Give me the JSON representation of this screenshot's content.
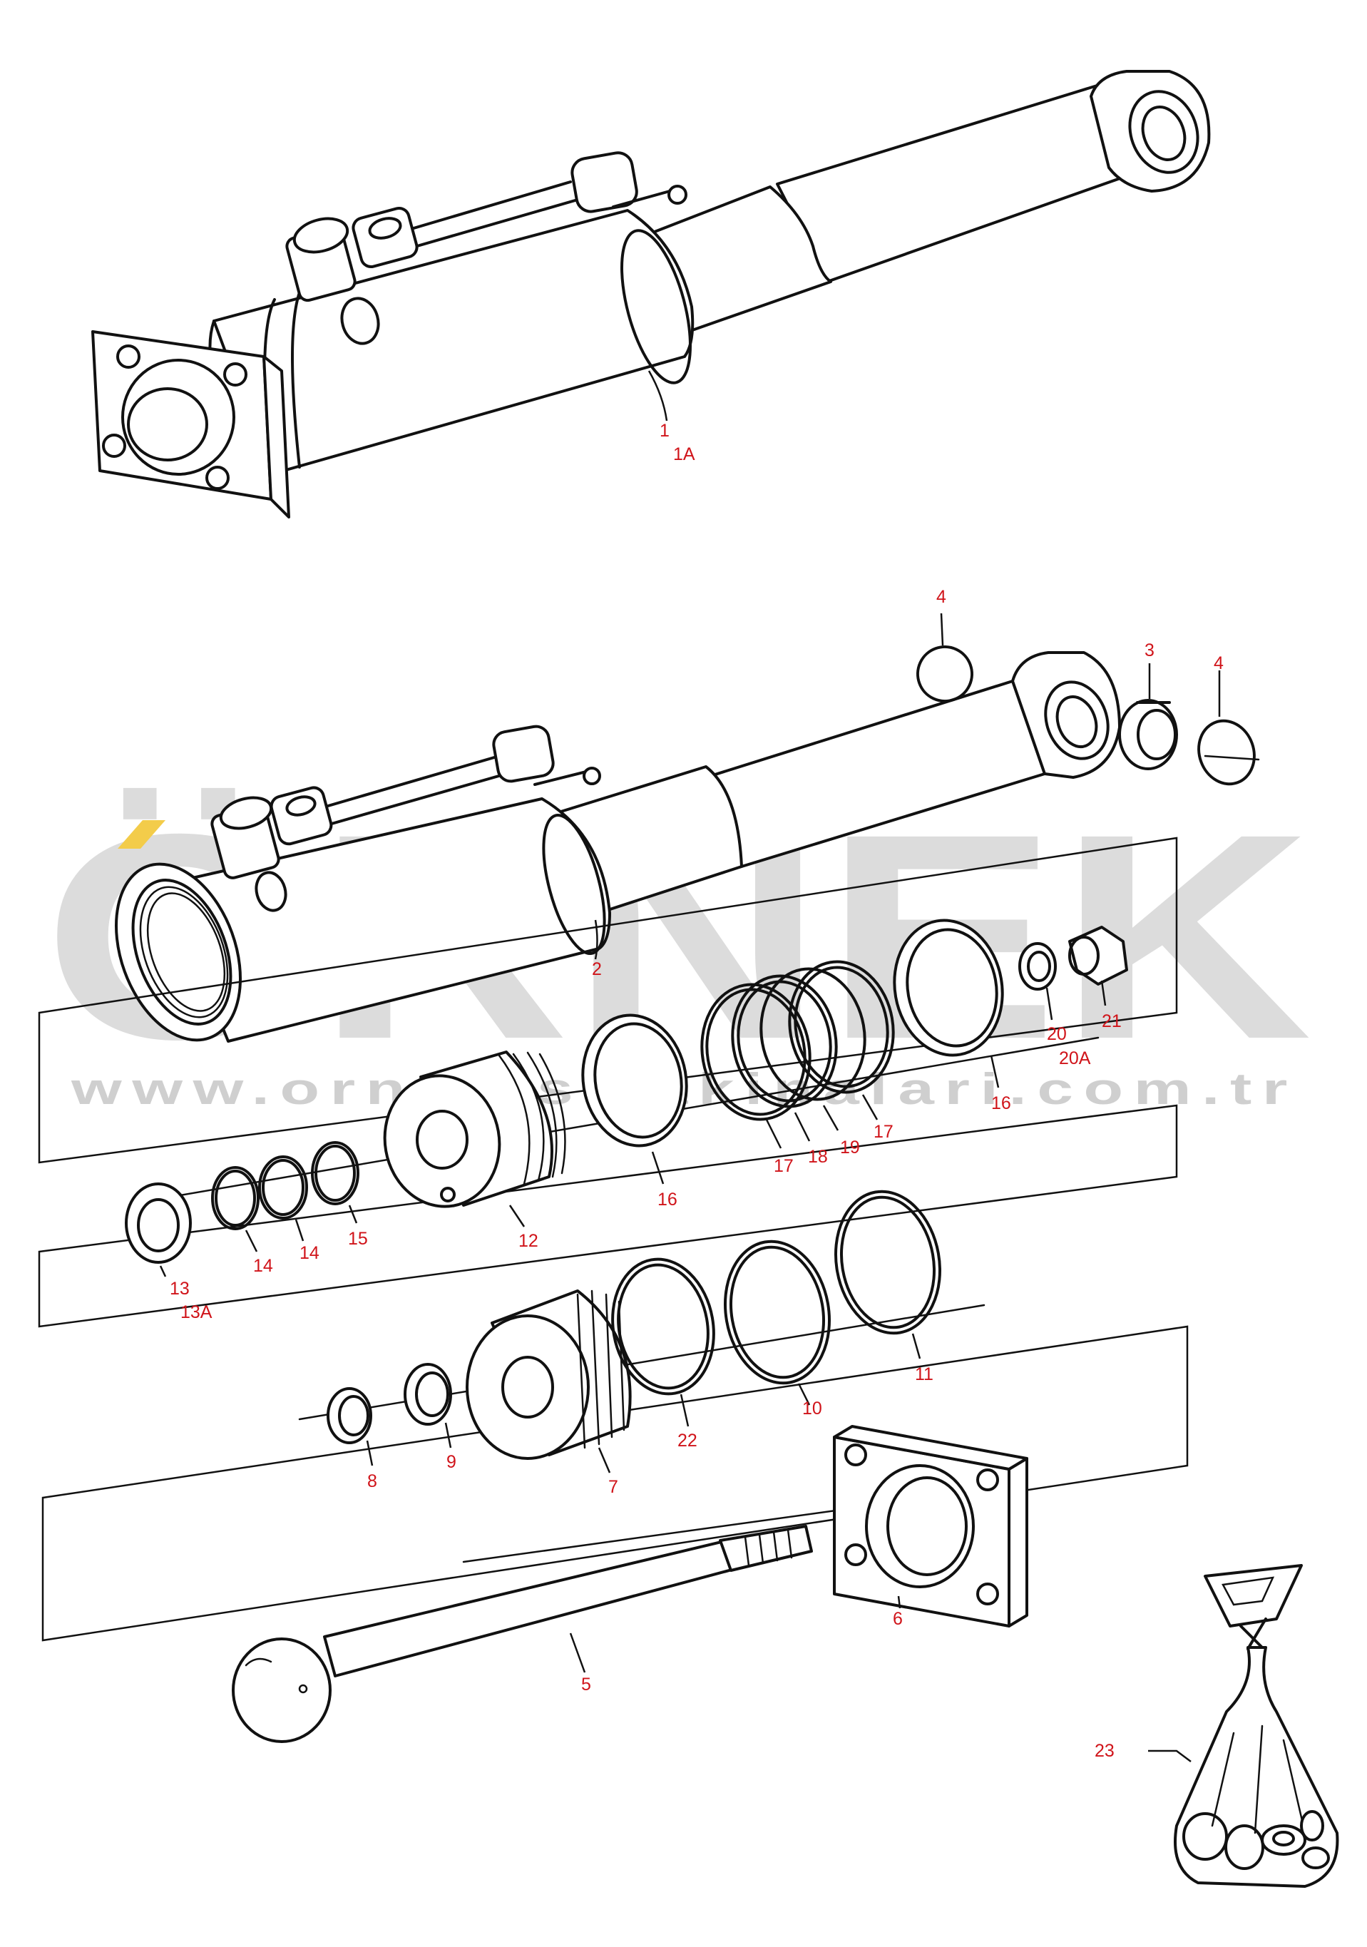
{
  "watermark": {
    "brand": "ÖRNEK",
    "url": "www.ornekismakinalari.com.tr"
  },
  "callouts": [
    {
      "id": "1",
      "text": "1"
    },
    {
      "id": "1A",
      "text": "1A"
    },
    {
      "id": "2",
      "text": "2"
    },
    {
      "id": "3",
      "text": "3"
    },
    {
      "id": "4a",
      "text": "4"
    },
    {
      "id": "4b",
      "text": "4"
    },
    {
      "id": "5",
      "text": "5"
    },
    {
      "id": "6",
      "text": "6"
    },
    {
      "id": "7",
      "text": "7"
    },
    {
      "id": "8",
      "text": "8"
    },
    {
      "id": "9",
      "text": "9"
    },
    {
      "id": "10",
      "text": "10"
    },
    {
      "id": "11",
      "text": "11"
    },
    {
      "id": "12",
      "text": "12"
    },
    {
      "id": "13",
      "text": "13"
    },
    {
      "id": "13A",
      "text": "13A"
    },
    {
      "id": "14a",
      "text": "14"
    },
    {
      "id": "14b",
      "text": "14"
    },
    {
      "id": "15",
      "text": "15"
    },
    {
      "id": "16a",
      "text": "16"
    },
    {
      "id": "16b",
      "text": "16"
    },
    {
      "id": "17a",
      "text": "17"
    },
    {
      "id": "17b",
      "text": "17"
    },
    {
      "id": "18",
      "text": "18"
    },
    {
      "id": "19",
      "text": "19"
    },
    {
      "id": "20",
      "text": "20"
    },
    {
      "id": "20A",
      "text": "20A"
    },
    {
      "id": "21",
      "text": "21"
    },
    {
      "id": "22",
      "text": "22"
    },
    {
      "id": "23",
      "text": "23"
    }
  ],
  "colors": {
    "callout": "#d0141a",
    "line": "#111111",
    "watermark": "#dcdcdc",
    "watermark_accent": "#f3cc4a"
  }
}
